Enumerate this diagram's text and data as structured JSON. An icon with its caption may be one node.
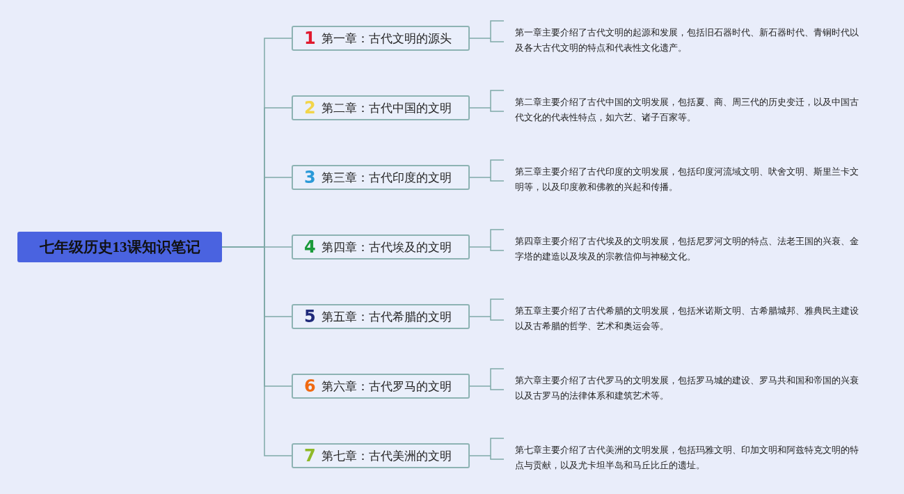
{
  "diagram": {
    "nodes": [
      {
        "text": [
          "七年级历史13课知识笔记"
        ]
      },
      {
        "text": [
          "1",
          "第一章：古代文明的源头"
        ]
      },
      {
        "text": [
          "2",
          "第二章：古代中国的文明"
        ]
      },
      {
        "text": [
          "3",
          "第三章：古代印度的文明"
        ]
      },
      {
        "text": [
          "4",
          "第四章：古代埃及的文明"
        ]
      },
      {
        "text": [
          "5",
          "第五章：古代希腊的文明"
        ]
      },
      {
        "text": [
          "6",
          "第六章：古代罗马的文明"
        ]
      },
      {
        "text": [
          "7",
          "第七章：古代美洲的文明"
        ]
      },
      {
        "text": [
          "第一章主要介绍了古代文明的起源和发展，包括旧石器时代、新石器时代、青铜时代以及各大古代文明的特点和代表性文化遗产。"
        ]
      },
      {
        "text": [
          "第二章主要介绍了古代中国的文明发展，包括夏、商、周三代的历史变迁，以及中国古代文化的代表性特点，如六艺、诸子百家等。"
        ]
      },
      {
        "text": [
          "第三章主要介绍了古代印度的文明发展，包括印度河流域文明、吠舍文明、斯里兰卡文明等，以及印度教和佛教的兴起和传播。"
        ]
      },
      {
        "text": [
          "第四章主要介绍了古代埃及的文明发展，包括尼罗河文明的特点、法老王国的兴衰、金字塔的建造以及埃及的宗教信仰与神秘文化。"
        ]
      },
      {
        "text": [
          "第五章主要介绍了古代希腊的文明发展，包括米诺斯文明、古希腊城邦、雅典民主建设以及古希腊的哲学、艺术和奥运会等。"
        ]
      },
      {
        "text": [
          "第六章主要介绍了古代罗马的文明发展，包括罗马城的建设、罗马共和国和帝国的兴衰以及古罗马的法律体系和建筑艺术等。"
        ]
      },
      {
        "text": [
          "第七章主要介绍了古代美洲的文明发展，包括玛雅文明、印加文明和阿兹特克文明的特点与贡献，以及尤卡坦半岛和马丘比丘的遗址。"
        ]
      }
    ],
    "edges": [
      {
        "from": 0,
        "to": 1,
        "arrow": "none"
      },
      {
        "from": 0,
        "to": 2,
        "arrow": "none"
      },
      {
        "from": 0,
        "to": 3,
        "arrow": "none"
      },
      {
        "from": 0,
        "to": 4,
        "arrow": "none"
      },
      {
        "from": 0,
        "to": 5,
        "arrow": "none"
      },
      {
        "from": 0,
        "to": 6,
        "arrow": "none"
      },
      {
        "from": 0,
        "to": 7,
        "arrow": "none"
      },
      {
        "from": 1,
        "to": 8,
        "arrow": "none"
      },
      {
        "from": 2,
        "to": 9,
        "arrow": "none"
      },
      {
        "from": 3,
        "to": 10,
        "arrow": "none"
      },
      {
        "from": 4,
        "to": 11,
        "arrow": "none"
      },
      {
        "from": 5,
        "to": 12,
        "arrow": "none"
      },
      {
        "from": 6,
        "to": 13,
        "arrow": "none"
      },
      {
        "from": 7,
        "to": 14,
        "arrow": "none"
      }
    ]
  }
}
